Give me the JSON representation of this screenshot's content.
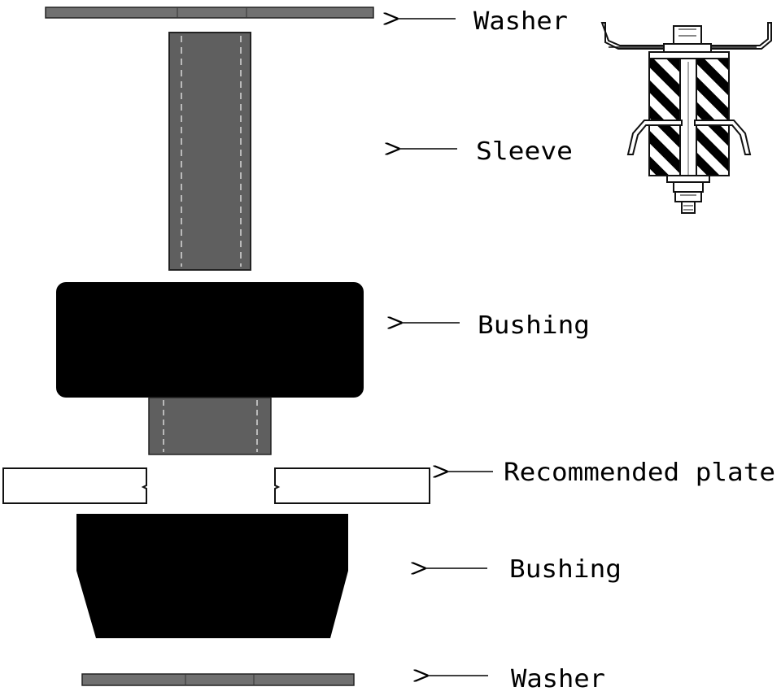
{
  "diagram": {
    "labels": {
      "washer_top": "Washer",
      "sleeve": "Sleeve",
      "bushing_top": "Bushing",
      "recommended_plate": "Recommended plate",
      "bushing_bottom": "Bushing",
      "washer_bottom": "Washer"
    },
    "colors": {
      "washer": "#6e6e6e",
      "sleeve": "#5f5f5f",
      "bushing": "#000000",
      "plate_fill": "#ffffff",
      "outline": "#1a1a1a"
    },
    "inset": {
      "description_icon": "assembled-mount-icon"
    }
  }
}
